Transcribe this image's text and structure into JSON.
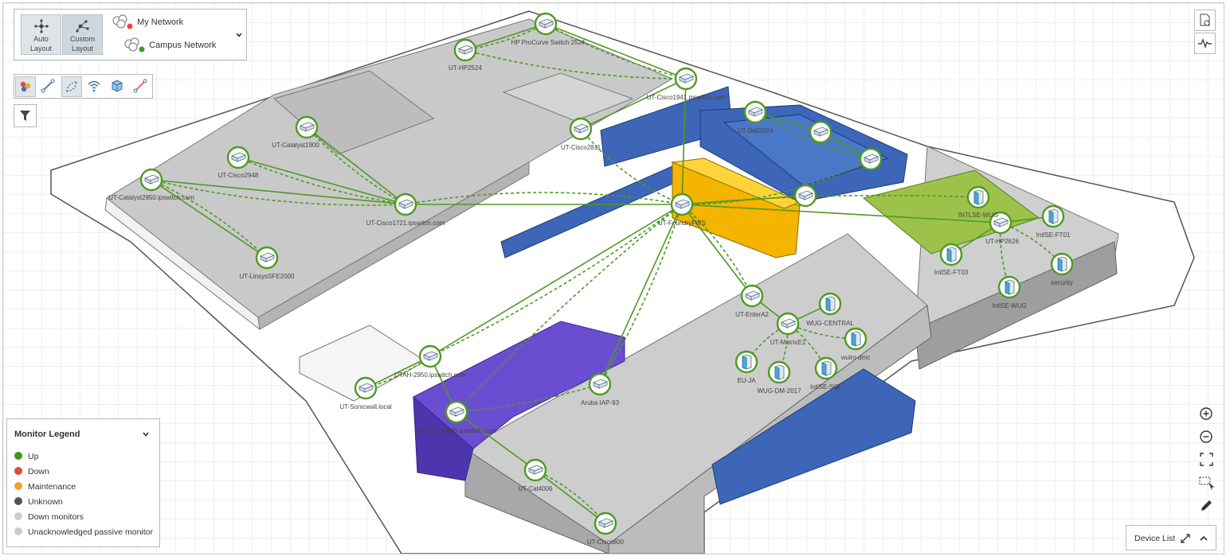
{
  "layout_panel": {
    "auto_layout": {
      "line1": "Auto",
      "line2": "Layout"
    },
    "custom_layout": {
      "line1": "Custom",
      "line2": "Layout"
    },
    "networks": [
      {
        "name": "My Network",
        "status": "down"
      },
      {
        "name": "Campus Network",
        "status": "up"
      }
    ]
  },
  "legend": {
    "title": "Monitor Legend",
    "items": [
      {
        "label": "Up",
        "color": "#3e9a1d"
      },
      {
        "label": "Down",
        "color": "#e24b33"
      },
      {
        "label": "Maintenance",
        "color": "#f0a32a"
      },
      {
        "label": "Unknown",
        "color": "#555555"
      },
      {
        "label": "Down monitors",
        "color": "#c9cdd0"
      },
      {
        "label": "Unacknowledged passive monitor",
        "color": "#c9cdd0"
      }
    ]
  },
  "device_list": {
    "label": "Device List"
  },
  "colors": {
    "link": "#4d9a22",
    "node_ring": "#4d9a22",
    "accent_panel": "#dfe4e8"
  },
  "nodes": {
    "hp2524": "UT-HP2524",
    "hpprocurve": "HP ProCurve Switch 2524",
    "cisco1941": "UT-Cisco1941.ipswitch.com",
    "catalyst1900": "UT-Catalyst1900",
    "cisco2948": "UT-Cisco2948",
    "catalyst2950": "UT-Catalyst2950.ipswitch.com",
    "linsys": "UT-LinsysSFE2000",
    "cisco1721": "UT-Cisco1721.ipswitch.com",
    "cisco_top": "UT-Cisco2811",
    "dell": "UT-Dell3324",
    "foundry": "UT-FoundryFWS",
    "intlse_wug": "INTLSE-WUG",
    "hp2626": "UT-HP2626",
    "ft01": "IntlSE-FT01",
    "ft03": "IntlSE-FT03",
    "intlse_wug2": "IntlSE-WUG",
    "sec": "security",
    "entera2": "UT-EnterA2",
    "wug_central": "WUG-CENTRAL",
    "matrix": "UT-MatrixE1",
    "wulm": "wulm-dmc",
    "eu_ja": "EU-JA",
    "wug_dm": "WUG-DM-2017",
    "intlse_sql": "IntlSE-SQL",
    "utah2950": "UTAH-2950.ipswitch.com",
    "utlocal": "UT-Sonicwall.local",
    "cisco_mid": "UT-Cisco3560.ipswitch.com",
    "aruba": "Aruba IAP-93",
    "ut4006": "UT-Cat4006",
    "bottom": "UT-Cisco800"
  }
}
